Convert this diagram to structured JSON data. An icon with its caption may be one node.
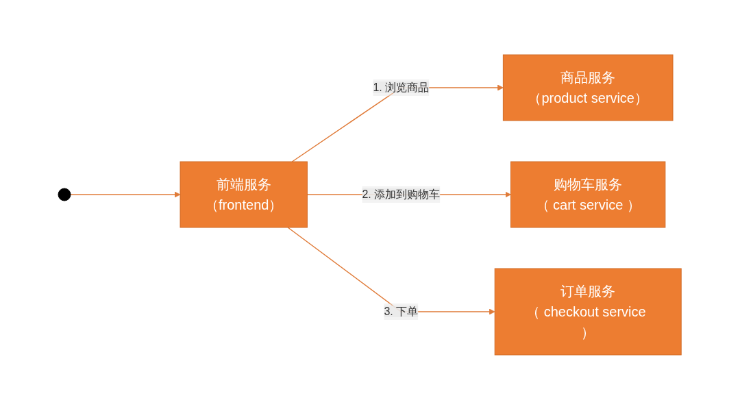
{
  "diagram": {
    "nodes": [
      {
        "text": [],
        "shape": "person"
      },
      {
        "text": [
          "前端服务",
          "（frontend）"
        ]
      },
      {
        "text": [
          "商品服务",
          "（product service）"
        ]
      },
      {
        "text": [
          "购物车服务",
          "（ cart service ）"
        ]
      },
      {
        "text": [
          "订单服务",
          "（ checkout service ）"
        ]
      }
    ],
    "edges": [
      {
        "from": 0,
        "to": 1,
        "arrow": "to"
      },
      {
        "from": 1,
        "to": 2,
        "arrow": "to",
        "label": "1. 浏览商品"
      },
      {
        "from": 1,
        "to": 3,
        "arrow": "to",
        "label": "2. 添加到购物车"
      },
      {
        "from": 1,
        "to": 4,
        "arrow": "to",
        "label": "3. 下单"
      }
    ]
  }
}
